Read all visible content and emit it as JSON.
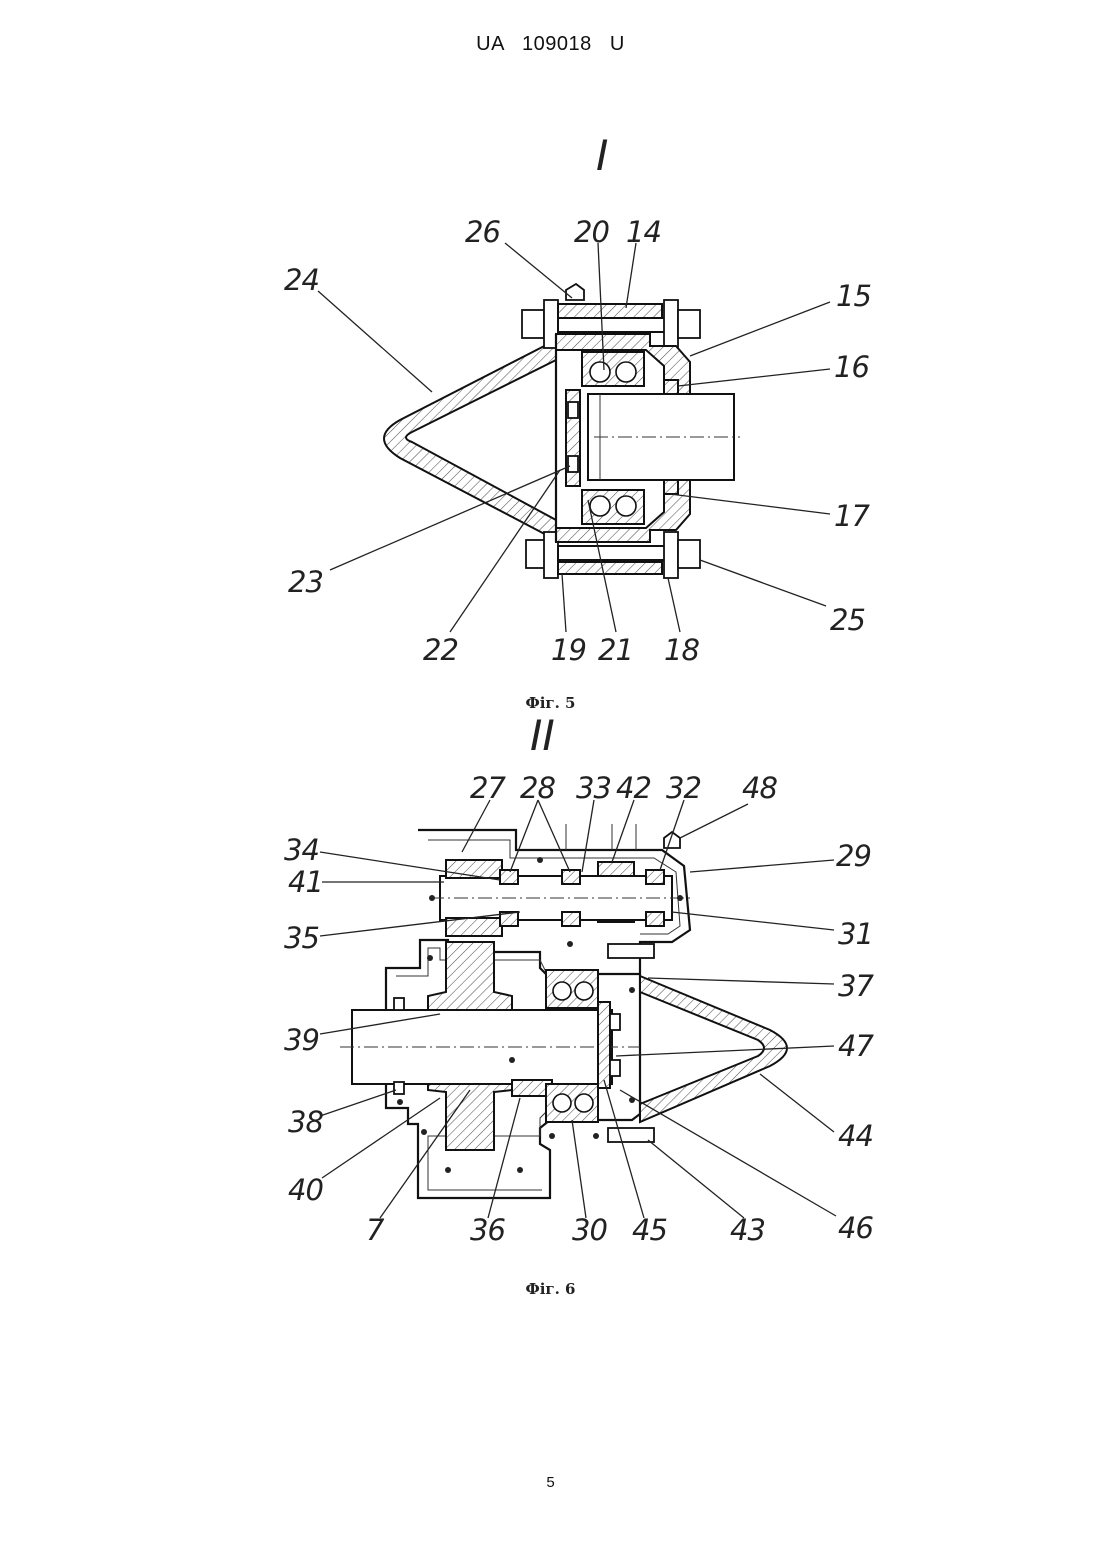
{
  "header": {
    "text": "UA   109018   U"
  },
  "page_number": "5",
  "figures": [
    {
      "section_mark": "I",
      "caption": "Фіг. 5",
      "labels": [
        "14",
        "15",
        "16",
        "17",
        "18",
        "19",
        "20",
        "21",
        "22",
        "23",
        "24",
        "25",
        "26"
      ]
    },
    {
      "section_mark": "II",
      "caption": "Фіг. 6",
      "labels": [
        "7",
        "27",
        "28",
        "29",
        "30",
        "31",
        "32",
        "33",
        "34",
        "35",
        "36",
        "37",
        "38",
        "39",
        "40",
        "41",
        "42",
        "43",
        "44",
        "45",
        "46",
        "47",
        "48"
      ]
    }
  ]
}
